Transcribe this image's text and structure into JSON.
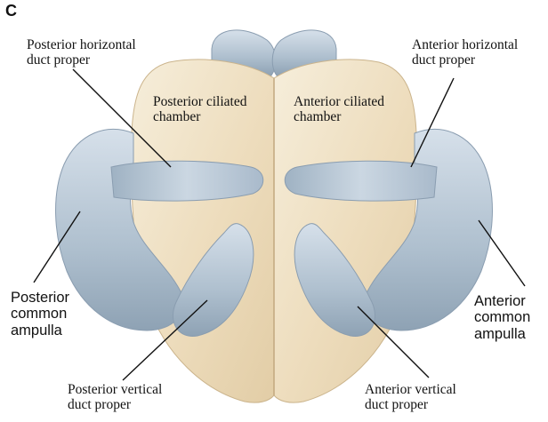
{
  "panel_letter": "C",
  "labels": {
    "post_horiz": "Posterior horizontal\nduct proper",
    "ant_horiz": "Anterior horizontal\nduct proper",
    "post_chamber": "Posterior ciliated\nchamber",
    "ant_chamber": "Anterior ciliated\nchamber",
    "post_ampulla": "Posterior\ncommon\nampulla",
    "ant_ampulla": "Anterior\ncommon\nampulla",
    "post_vert": "Posterior vertical\nduct proper",
    "ant_vert": "Anterior vertical\nduct proper"
  },
  "colors": {
    "chamber_fill": "#efe3c6",
    "duct_fill": "#b7c6d3",
    "duct_dark": "#8fa2b3",
    "leader_line": "#111111"
  }
}
